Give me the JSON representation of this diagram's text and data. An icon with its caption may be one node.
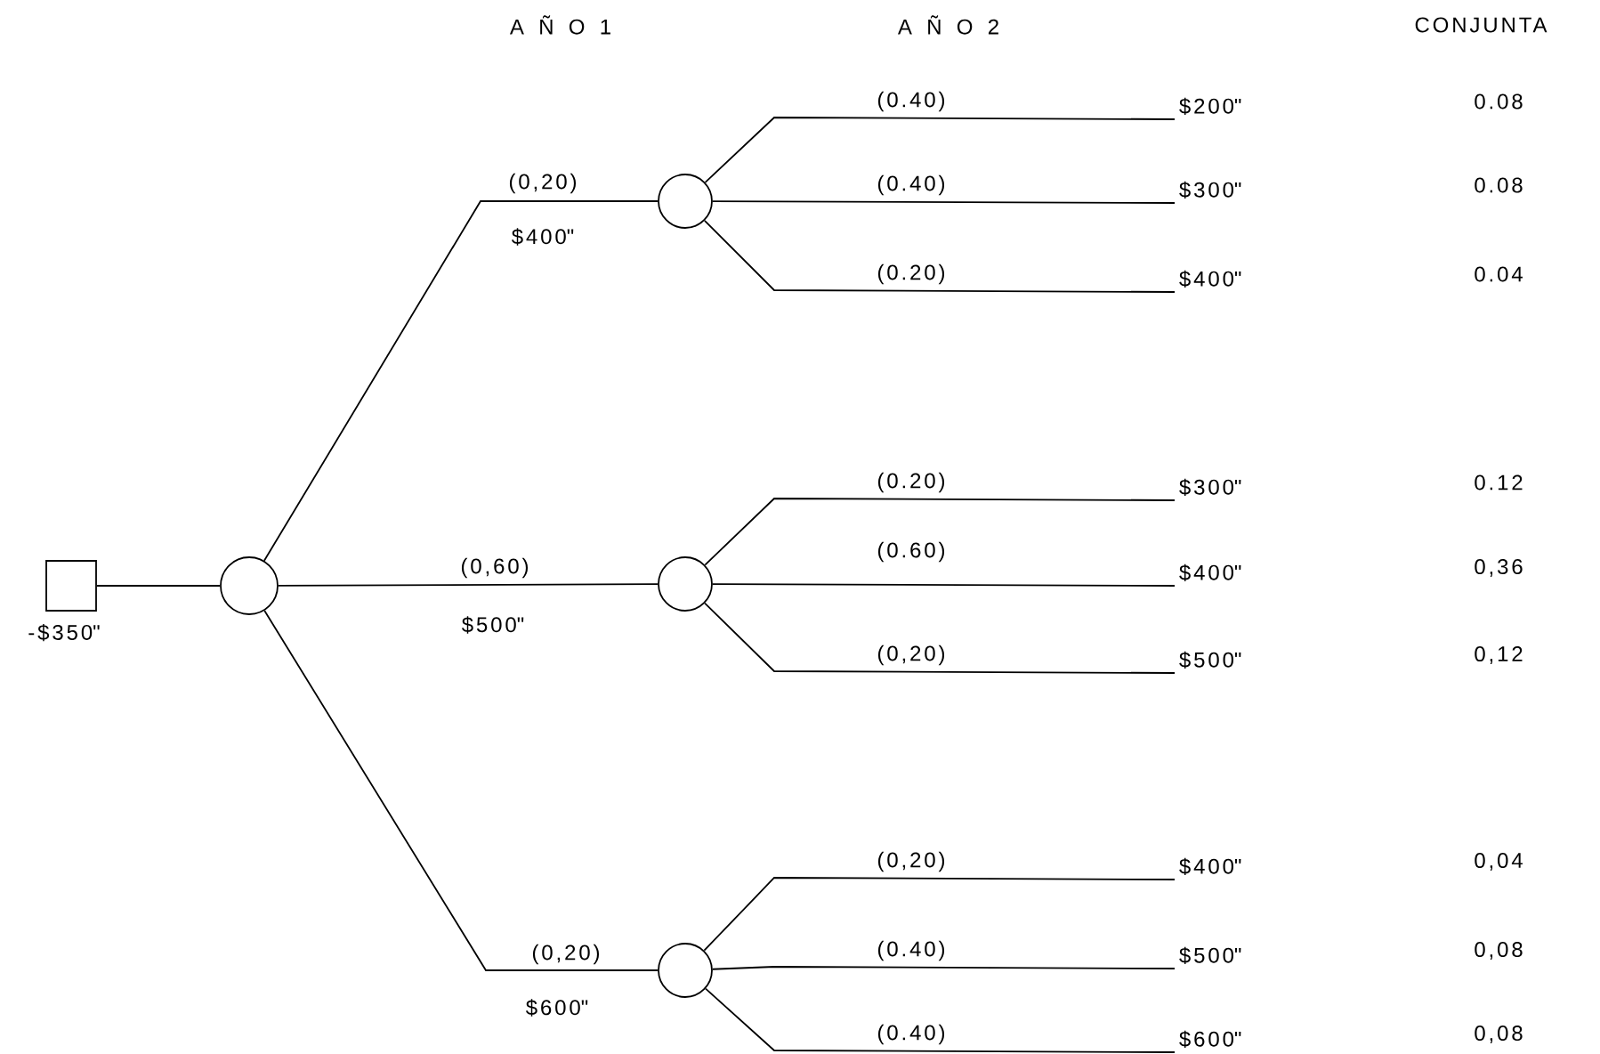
{
  "diagram": {
    "nodes": [
      {
        "text": [],
        "shape": "box",
        "beside": [
          "-$350\""
        ]
      },
      {
        "text": [],
        "shape": "circle"
      },
      {
        "text": [],
        "shape": "circle"
      },
      {
        "text": [],
        "shape": "circle"
      },
      {
        "text": [],
        "shape": "circle"
      },
      {
        "text": [
          "$200\""
        ]
      },
      {
        "text": [
          "$300\""
        ]
      },
      {
        "text": [
          "$400\""
        ]
      },
      {
        "text": [
          "$300\""
        ]
      },
      {
        "text": [
          "$400\""
        ]
      },
      {
        "text": [
          "$500\""
        ]
      },
      {
        "text": [
          "$400\""
        ]
      },
      {
        "text": [
          "$500\""
        ]
      },
      {
        "text": [
          "$600\""
        ]
      }
    ],
    "edges": [
      {
        "from": 0,
        "to": 1,
        "arrow": "none"
      },
      {
        "from": 1,
        "to": 2,
        "arrow": "none",
        "label": "(0,20)"
      },
      {
        "from": 1,
        "to": 3,
        "arrow": "none",
        "label": "(0,60)"
      },
      {
        "from": 1,
        "to": 4,
        "arrow": "none",
        "label": "(0,20)"
      },
      {
        "from": 2,
        "to": 5,
        "arrow": "none",
        "label": "(0.40)"
      },
      {
        "from": 2,
        "to": 6,
        "arrow": "none",
        "label": "(0.40)"
      },
      {
        "from": 2,
        "to": 7,
        "arrow": "none",
        "label": "(0.20)"
      },
      {
        "from": 3,
        "to": 8,
        "arrow": "none",
        "label": "(0.20)"
      },
      {
        "from": 3,
        "to": 9,
        "arrow": "none",
        "label": "(0.60)"
      },
      {
        "from": 3,
        "to": 10,
        "arrow": "none",
        "label": "(0,20)"
      },
      {
        "from": 4,
        "to": 11,
        "arrow": "none",
        "label": "(0,20)"
      },
      {
        "from": 4,
        "to": 12,
        "arrow": "none",
        "label": "(0.40)"
      },
      {
        "from": 4,
        "to": 13,
        "arrow": "none",
        "label": "(0.40)"
      }
    ],
    "labels": [
      "A Ñ O 1",
      "A Ñ O 2",
      "CONJUNTA",
      "$400\"",
      "0.08",
      "0.08",
      "0.04",
      "$500\"",
      "0.12",
      "0,36",
      "0,12",
      "$600\"",
      "0,04",
      "0,08",
      "0,08"
    ]
  }
}
